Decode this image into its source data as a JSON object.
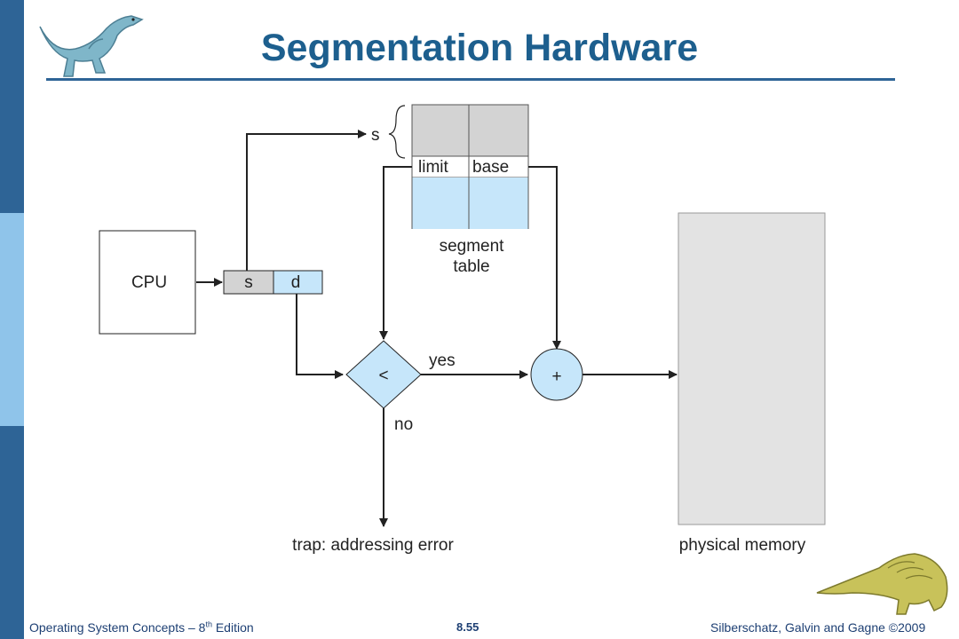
{
  "slide": {
    "title": "Segmentation Hardware",
    "footer_left_prefix": "Operating System Concepts – 8",
    "footer_left_sup": "th",
    "footer_left_suffix": " Edition",
    "footer_center": "8.55",
    "footer_right": "Silberschatz, Galvin and Gagne ©2009"
  },
  "diagram": {
    "cpu": "CPU",
    "addr_s": "s",
    "addr_d": "d",
    "selector_s": "s",
    "table_limit": "limit",
    "table_base": "base",
    "table_caption_1": "segment",
    "table_caption_2": "table",
    "compare": "<",
    "yes": "yes",
    "no": "no",
    "adder": "+",
    "trap": "trap: addressing error",
    "memory": "physical memory"
  },
  "colors": {
    "accent": "#2e6496",
    "title": "#1d5f8e",
    "table_gray": "#d3d3d3",
    "table_blue": "#c6e6fa",
    "memory_gray": "#e3e3e3"
  }
}
